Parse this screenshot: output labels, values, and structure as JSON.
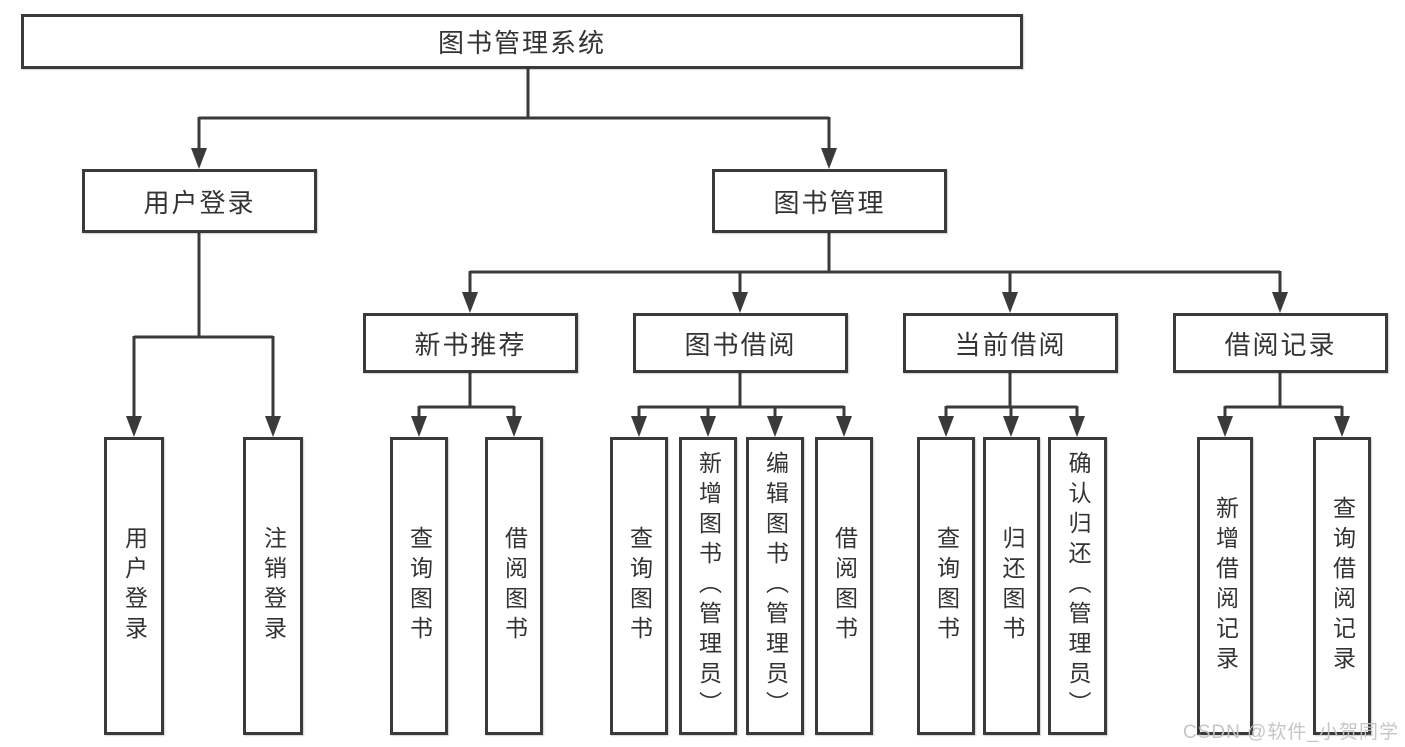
{
  "tree": {
    "label": "图书管理系统",
    "children": [
      {
        "label": "用户登录",
        "children": [
          {
            "label": "用户登录"
          },
          {
            "label": "注销登录"
          }
        ]
      },
      {
        "label": "图书管理",
        "children": [
          {
            "label": "新书推荐",
            "children": [
              {
                "label": "查询图书"
              },
              {
                "label": "借阅图书"
              }
            ]
          },
          {
            "label": "图书借阅",
            "children": [
              {
                "label": "查询图书"
              },
              {
                "label": "新增图书（管理员）"
              },
              {
                "label": "编辑图书（管理员）"
              },
              {
                "label": "借阅图书"
              }
            ]
          },
          {
            "label": "当前借阅",
            "children": [
              {
                "label": "查询图书"
              },
              {
                "label": "归还图书"
              },
              {
                "label": "确认归还（管理员）"
              }
            ]
          },
          {
            "label": "借阅记录",
            "children": [
              {
                "label": "新增借阅记录"
              },
              {
                "label": "查询借阅记录"
              }
            ]
          }
        ]
      }
    ]
  },
  "watermark": "CSDN @软件_小贺同学",
  "colors": {
    "line": "#3a3a3a",
    "box_border": "#3a3a3a",
    "box_background": "#ffffff",
    "text": "#333333",
    "watermark_text": "#c3c3c3"
  }
}
